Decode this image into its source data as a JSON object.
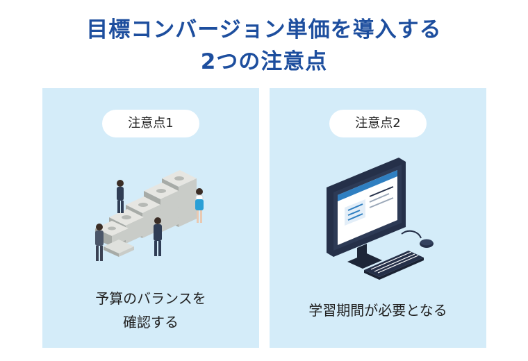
{
  "title": {
    "line1": "目標コンバージョン単価を導入する",
    "line2": "2つの注意点"
  },
  "cards": [
    {
      "badge": "注意点1",
      "caption_line1": "予算のバランスを",
      "caption_line2": "確認する",
      "icon": "money-stacks-people-illustration"
    },
    {
      "badge": "注意点2",
      "caption_line1": "学習期間が必要となる",
      "icon": "desktop-computer-illustration"
    }
  ],
  "colors": {
    "title": "#1d4e9e",
    "card_bg": "#d4ecf9",
    "badge_bg": "#ffffff",
    "monitor_dark": "#253049",
    "screen_accent": "#2f7fc1"
  }
}
